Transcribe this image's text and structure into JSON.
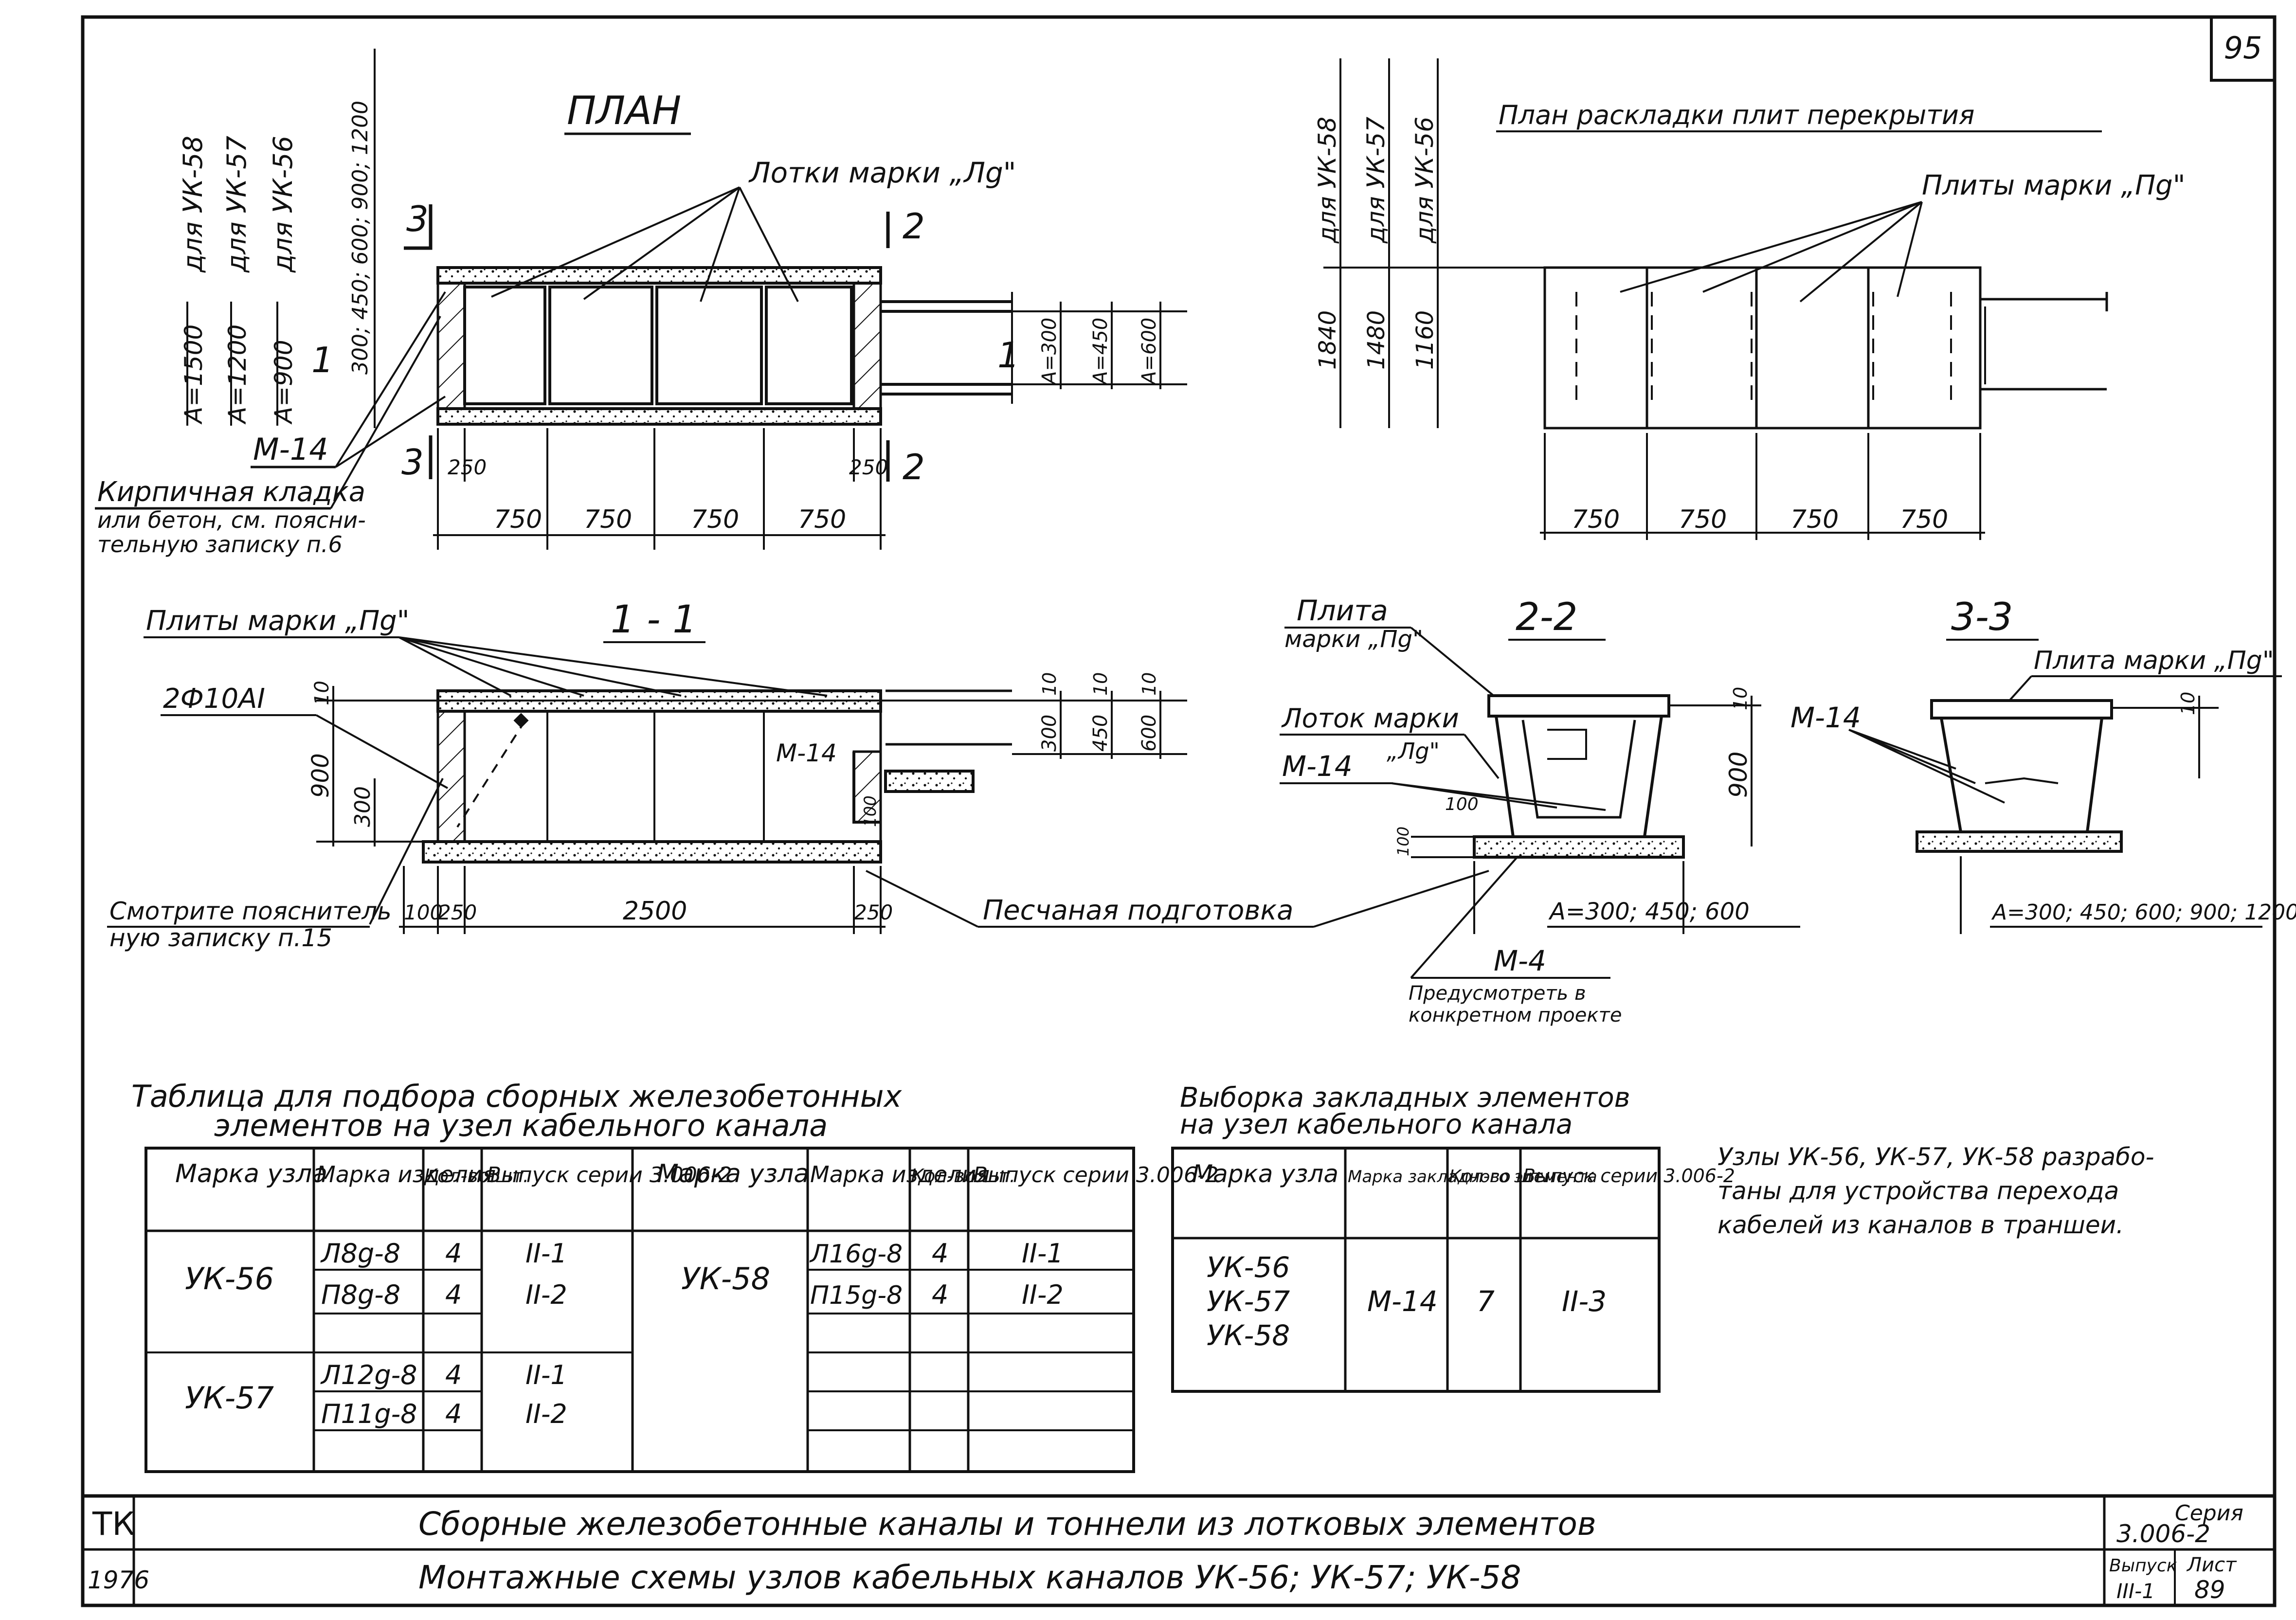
{
  "sheet_number": "95",
  "plan": {
    "title": "ПЛАН",
    "trays_label": "Лотки марки „Лg\"",
    "for_labels": [
      "для УК-58",
      "для УК-57",
      "для УК-56"
    ],
    "a_labels": [
      "А=1500",
      "А=1200",
      "А=900"
    ],
    "a_dims": "300; 450; 600; 900; 1200",
    "right_a": [
      "А=300",
      "А=450",
      "А=600"
    ],
    "section_marks": [
      "3",
      "2",
      "1",
      "1",
      "3",
      "2"
    ],
    "m14": "М-14",
    "brick_label": "Кирпичная кладка",
    "brick_note_1": "или бетон, см. поясни-",
    "brick_note_2": "тельную записку п.6",
    "dim_250": "250",
    "dim_250_right": "250",
    "dims": [
      "750",
      "750",
      "750",
      "750"
    ]
  },
  "layout_plan": {
    "title": "План раскладки плит перекрытия",
    "slabs_label": "Плиты марки „Пg\"",
    "for_labels": [
      "для УК-58",
      "для УК-57",
      "для УК-56"
    ],
    "heights": [
      "1840",
      "1480",
      "1160"
    ],
    "dims": [
      "750",
      "750",
      "750",
      "750"
    ]
  },
  "section_11": {
    "title": "1 - 1",
    "slabs_label": "Плиты марки „Пg\"",
    "rebar": "2Ф10АI",
    "m14": "М-14",
    "note_1": "Смотрите пояснитель",
    "note_2": "ную записку п.15",
    "dims_vert": [
      "10",
      "900",
      "300",
      "100"
    ],
    "dims_right": [
      "10",
      "10",
      "10",
      "300",
      "450",
      "600"
    ],
    "dims_bottom": [
      "100",
      "250",
      "2500",
      "250"
    ],
    "sand": "Песчаная подготовка"
  },
  "section_22": {
    "title": "2-2",
    "slab_label_1": "Плита",
    "slab_label_2": "марки „Пg\"",
    "tray_label_1": "Лоток марки",
    "tray_label_2": "„Лg\"",
    "m14": "М-14",
    "dim_100": "100",
    "dim_10": "10",
    "dim_900": "900",
    "dim_100_bottom": "100",
    "a_values": "А=300; 450; 600",
    "m4": "М-4",
    "m4_note_1": "Предусмотреть в",
    "m4_note_2": "конкретном проекте"
  },
  "section_33": {
    "title": "3-3",
    "slab_label": "Плита марки „Пg\"",
    "m14": "М-14",
    "dim_10": "10",
    "a_values": "А=300; 450; 600; 900; 1200"
  },
  "table_main": {
    "title_1": "Таблица для подбора сборных железобетонных",
    "title_2": "элементов на узел кабельного канала",
    "headers": [
      "Марка узла",
      "Марка изделия",
      "Кол-во шт.",
      "Выпуск серии 3.006-2"
    ],
    "rows": [
      {
        "node": "УК-56",
        "items": [
          [
            "Л8g-8",
            "4",
            "II-1"
          ],
          [
            "П8g-8",
            "4",
            "II-2"
          ]
        ]
      },
      {
        "node": "УК-57",
        "items": [
          [
            "Л12g-8",
            "4",
            "II-1"
          ],
          [
            "П11g-8",
            "4",
            "II-2"
          ]
        ]
      },
      {
        "node": "УК-58",
        "items": [
          [
            "Л16g-8",
            "4",
            "II-1"
          ],
          [
            "П15g-8",
            "4",
            "II-2"
          ]
        ]
      }
    ]
  },
  "table_embed": {
    "title_1": "Выборка закладных элементов",
    "title_2": "на узел кабельного канала",
    "headers": [
      "Марка узла",
      "Марка закладного элемента",
      "Кол-во шт.",
      "Выпуск серии 3.006-2"
    ],
    "nodes": [
      "УК-56",
      "УК-57",
      "УК-58"
    ],
    "element": "М-14",
    "count": "7",
    "issue": "II-3"
  },
  "note": {
    "line_1": "Узлы УК-56, УК-57, УК-58 разрабо-",
    "line_2": "таны для устройства перехода",
    "line_3": "кабелей из каналов в траншеи."
  },
  "title_block": {
    "code": "ТК",
    "year": "1976",
    "line_1": "Сборные железобетонные каналы и тоннели из лотковых элементов",
    "line_2": "Монтажные схемы узлов кабельных каналов УК-56; УК-57; УК-58",
    "series_label": "Серия",
    "series": "3.006-2",
    "issue_label": "Выпуск",
    "issue": "III-1",
    "sheet_label": "Лист",
    "sheet": "89"
  }
}
